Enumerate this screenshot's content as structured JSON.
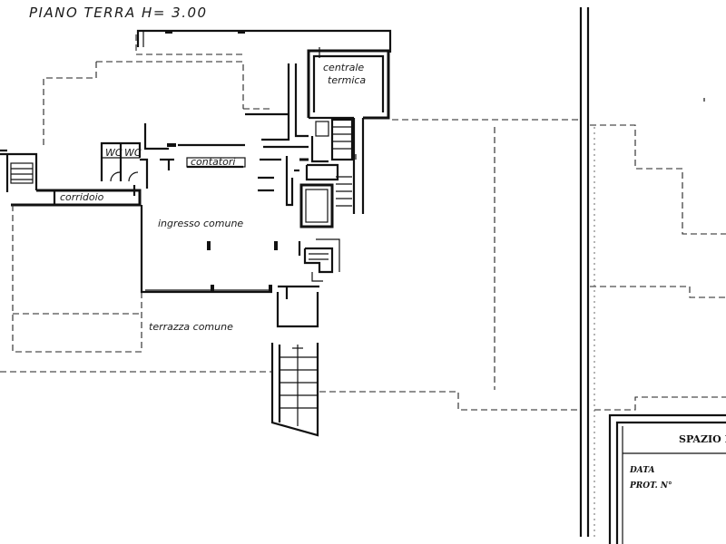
{
  "drawing": {
    "title": "PIANO TERRA H= 3.00",
    "labels": {
      "centrale": "centrale",
      "termica": "termica",
      "wc_left": "WC",
      "wc_right": "WC",
      "contatori": "contatori",
      "corridoio": "corridoio",
      "ingresso": "ingresso comune",
      "terrazza": "terrazza comune"
    },
    "stamp": {
      "header": "SPAZIO R",
      "data_label": "DATA",
      "prot_label": "PROT. N°"
    }
  }
}
